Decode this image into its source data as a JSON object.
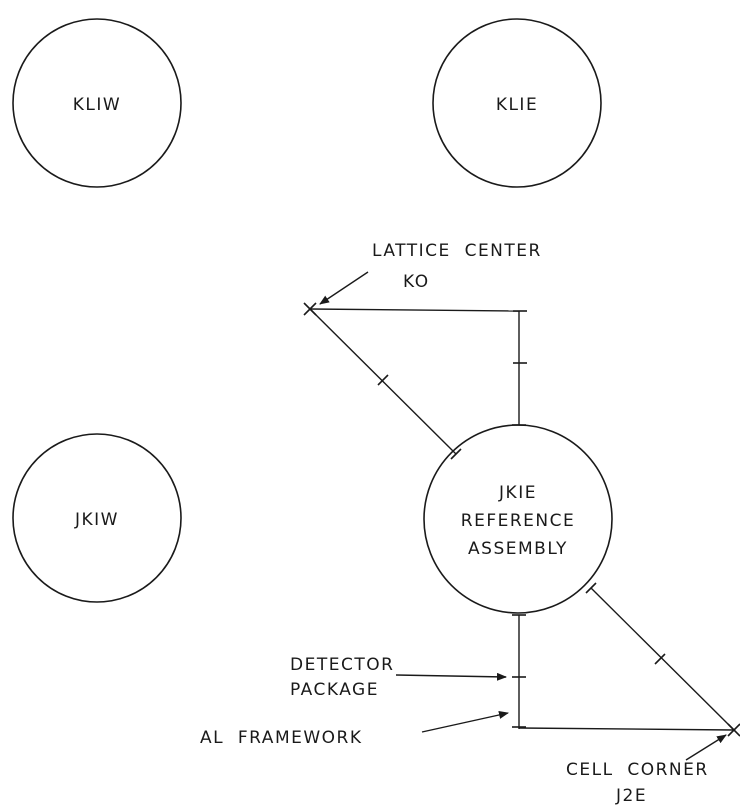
{
  "diagram": {
    "circles": {
      "kl1w": {
        "label": "KLIW"
      },
      "kl1e": {
        "label": "KLIE"
      },
      "jk1w": {
        "label": "JKIW"
      },
      "jk1e": {
        "line1": "JKIE",
        "line2": "REFERENCE",
        "line3": "ASSEMBLY"
      }
    },
    "labels": {
      "lattice_center": "LATTICE  CENTER",
      "ko": "KO",
      "detector": "DETECTOR",
      "package": "PACKAGE",
      "al_framework": "AL  FRAMEWORK",
      "cell_corner": "CELL  CORNER",
      "j2e": "J2E"
    },
    "colors": {
      "ink": "#1a1a1a",
      "background": "#ffffff"
    }
  }
}
